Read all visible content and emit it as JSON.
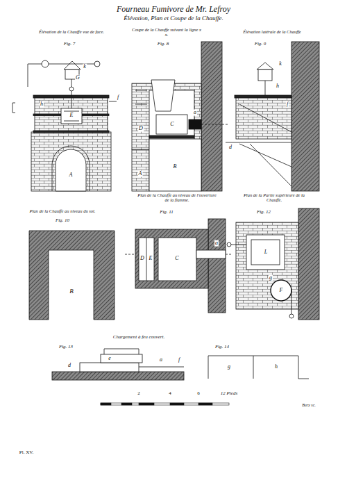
{
  "diagram": {
    "title": "Fourneau Fumivore de Mr. Lefroy",
    "labels": [
      "Élévation, Plan et Coupe de la Chauffe.",
      "Élévation de la Chauffe vue de face.",
      "Fig. 7",
      "Coupe de la Chauffe suivant la ligne x x.",
      "Fig. 8",
      "Élévation latérale de la Chauffe",
      "Fig. 9",
      "Plan de la Chauffe au niveau de l'ouverture de la flamme.",
      "Fig. 11",
      "Plan de la Chauffe au niveau du sol.",
      "Fig. 10",
      "Plan de la Partie supérieure de la Chauffe.",
      "Fig. 12",
      "Chargement à feu couvert.",
      "Fig. 13",
      "Fig. 14",
      "2",
      "4",
      "6",
      "12 Pieds",
      "Bury sc.",
      "Pl. XV.",
      "A",
      "E",
      "G",
      "k",
      "h",
      "f",
      "A",
      "B",
      "C",
      "D",
      "a",
      "k",
      "h",
      "d",
      "f",
      "B",
      "C",
      "D",
      "E",
      "a",
      "F",
      "L",
      "g",
      "d",
      "e",
      "a",
      "f",
      "g",
      "h"
    ]
  }
}
